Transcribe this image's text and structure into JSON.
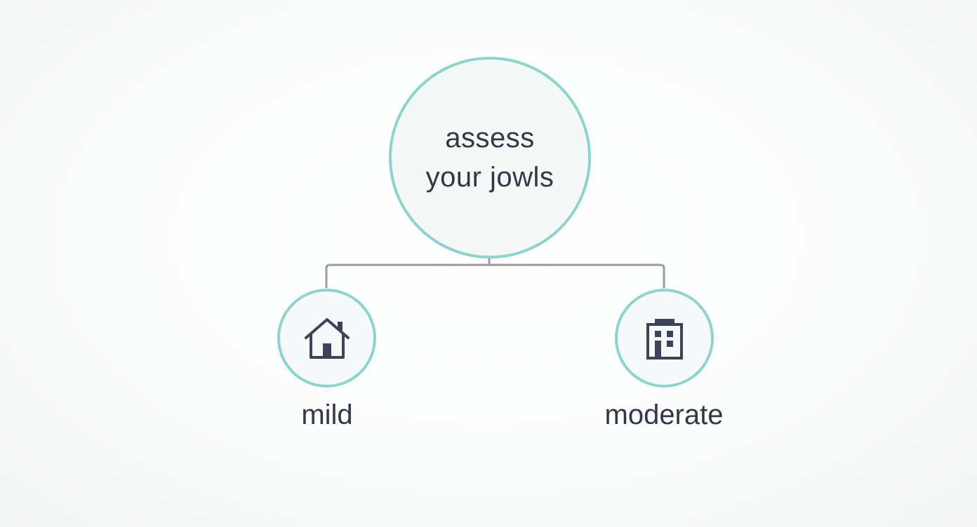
{
  "diagram": {
    "root": {
      "lines": [
        "assess",
        "your jowls"
      ],
      "icon": "none"
    },
    "children": [
      {
        "label": "mild",
        "icon": "house-icon"
      },
      {
        "label": "moderate",
        "icon": "building-icon"
      }
    ],
    "colors": {
      "node_border": "#8fd3cf",
      "connector": "#9b9b9b",
      "text": "#323844",
      "icon": "#3b4458"
    }
  }
}
